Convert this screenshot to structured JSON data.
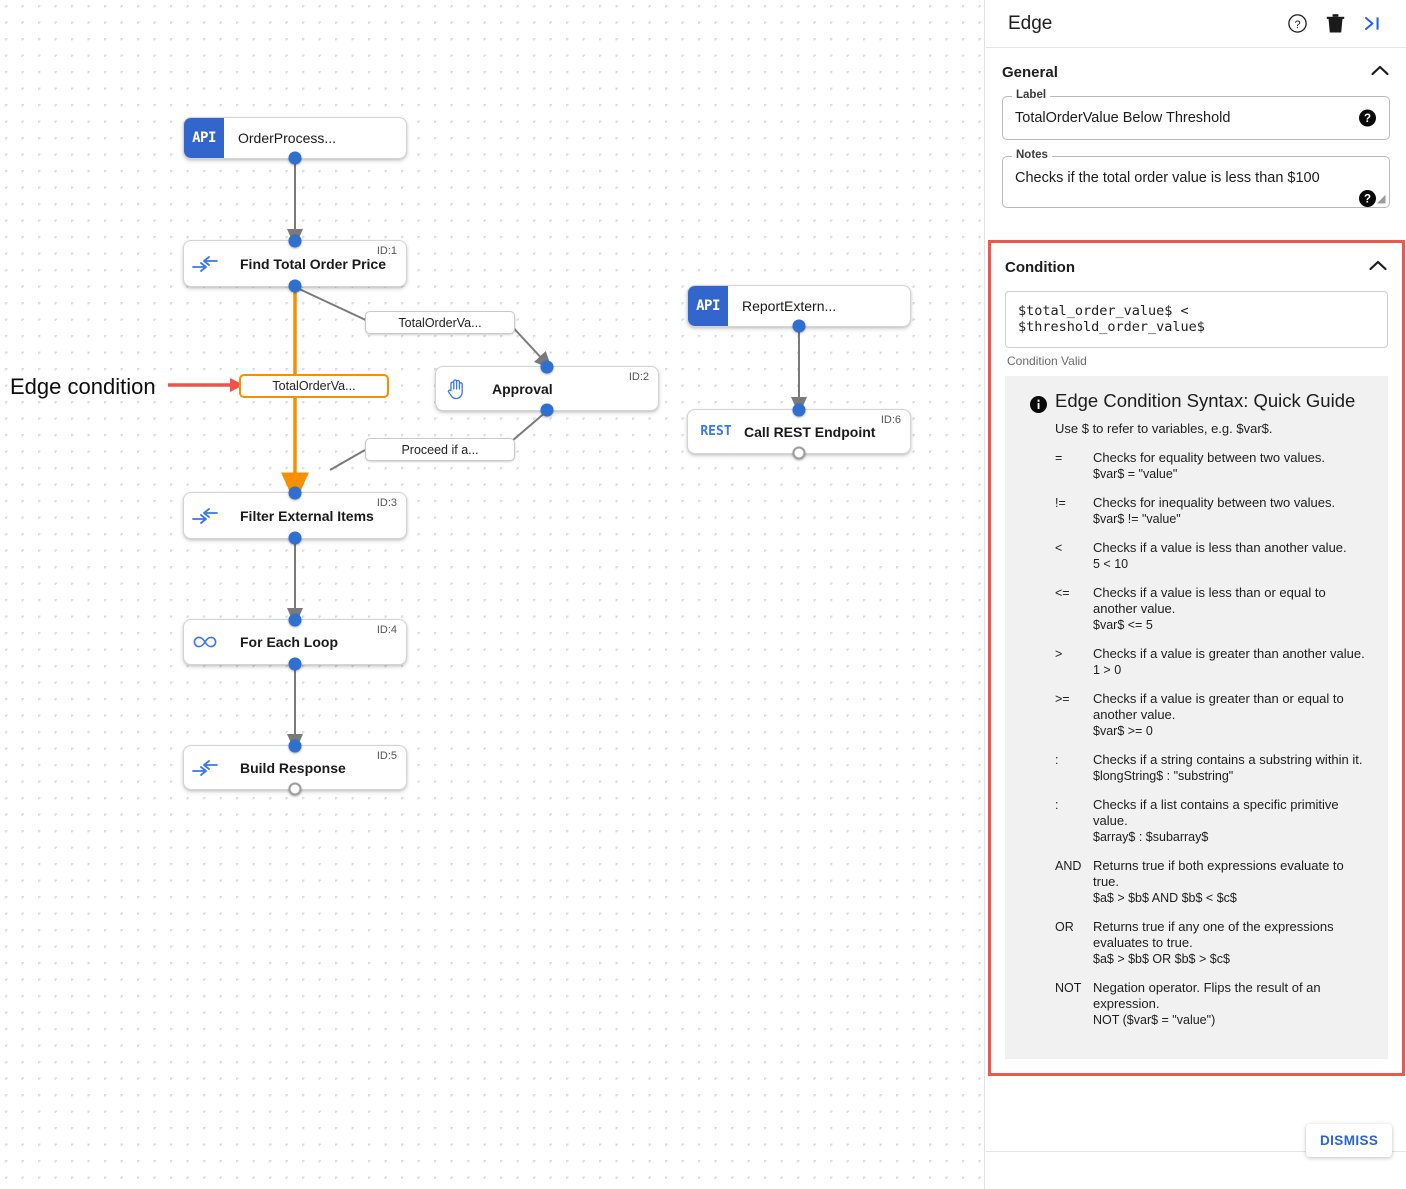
{
  "canvas": {
    "annotation": "Edge condition",
    "nodes": [
      {
        "id": "n-order-process",
        "type": "api",
        "badge": "API",
        "title": "OrderProcess...",
        "idLabel": ""
      },
      {
        "id": "n-find-total",
        "type": "step",
        "icon": "converge-arrows-icon",
        "title": "Find Total Order Price",
        "idLabel": "ID:1"
      },
      {
        "id": "n-approval",
        "type": "step",
        "icon": "hand-icon",
        "title": "Approval",
        "idLabel": "ID:2"
      },
      {
        "id": "n-filter",
        "type": "step",
        "icon": "converge-arrows-icon",
        "title": "Filter External Items",
        "idLabel": "ID:3"
      },
      {
        "id": "n-foreach",
        "type": "step",
        "icon": "infinity-icon",
        "title": "For Each Loop",
        "idLabel": "ID:4"
      },
      {
        "id": "n-build",
        "type": "step",
        "icon": "converge-arrows-icon",
        "title": "Build Response",
        "idLabel": "ID:5"
      },
      {
        "id": "n-report",
        "type": "api",
        "badge": "API",
        "title": "ReportExtern...",
        "idLabel": ""
      },
      {
        "id": "n-rest",
        "type": "rest",
        "badge": "REST",
        "title": "Call REST Endpoint",
        "idLabel": "ID:6"
      }
    ],
    "edge_labels": [
      {
        "id": "el-top",
        "text": "TotalOrderVa...",
        "selected": false
      },
      {
        "id": "el-selected",
        "text": "TotalOrderVa...",
        "selected": true
      },
      {
        "id": "el-proceed",
        "text": "Proceed if a...",
        "selected": false
      }
    ],
    "colors": {
      "selected_edge": "#F59100",
      "normal_edge": "#7a7a7a",
      "port": "#2f6fd0",
      "api_badge": "#3366CC",
      "annotation_arrow": "#F2524A"
    }
  },
  "panel": {
    "title": "Edge",
    "header_icons": [
      {
        "name": "help-icon",
        "glyph": "?"
      },
      {
        "name": "delete-icon",
        "glyph": "trash"
      },
      {
        "name": "collapse-panel-icon",
        "glyph": ">|"
      }
    ],
    "general": {
      "heading": "General",
      "collapse_state": "expanded",
      "label_field": {
        "legend": "Label",
        "value": "TotalOrderValue Below Threshold"
      },
      "notes_field": {
        "legend": "Notes",
        "value": "Checks if the total order value is less than $100"
      }
    },
    "condition": {
      "heading": "Condition",
      "collapse_state": "expanded",
      "expression": "$total_order_value$ < $threshold_order_value$",
      "validity": "Condition Valid",
      "highlight_color": "#F4554B",
      "guide": {
        "title": "Edge Condition Syntax: Quick Guide",
        "intro": "Use $ to refer to variables, e.g. $var$.",
        "operators": [
          {
            "symbol": "=",
            "desc": "Checks for equality between two values.",
            "example": "$var$ = \"value\""
          },
          {
            "symbol": "!=",
            "desc": "Checks for inequality between two values.",
            "example": "$var$ != \"value\""
          },
          {
            "symbol": "<",
            "desc": "Checks if a value is less than another value.",
            "example": "5 < 10"
          },
          {
            "symbol": "<=",
            "desc": "Checks if a value is less than or equal to another value.",
            "example": "$var$ <= 5"
          },
          {
            "symbol": ">",
            "desc": "Checks if a value is greater than another value.",
            "example": "1 > 0"
          },
          {
            "symbol": ">=",
            "desc": "Checks if a value is greater than or equal to another value.",
            "example": "$var$ >= 0"
          },
          {
            "symbol": ":",
            "desc": "Checks if a string contains a substring within it.",
            "example": "$longString$ : \"substring\""
          },
          {
            "symbol": ":",
            "desc": "Checks if a list contains a specific primitive value.",
            "example": "$array$ : $subarray$"
          },
          {
            "symbol": "AND",
            "desc": "Returns true if both expressions evaluate to true.",
            "example": "$a$ > $b$ AND $b$ < $c$"
          },
          {
            "symbol": "OR",
            "desc": "Returns true if any one of the expressions evaluates to true.",
            "example": "$a$ > $b$ OR $b$ > $c$"
          },
          {
            "symbol": "NOT",
            "desc": "Negation operator. Flips the result of an expression.",
            "example": "NOT ($var$ = \"value\")"
          }
        ]
      }
    },
    "footer": {
      "dismiss_label": "DISMISS"
    }
  }
}
